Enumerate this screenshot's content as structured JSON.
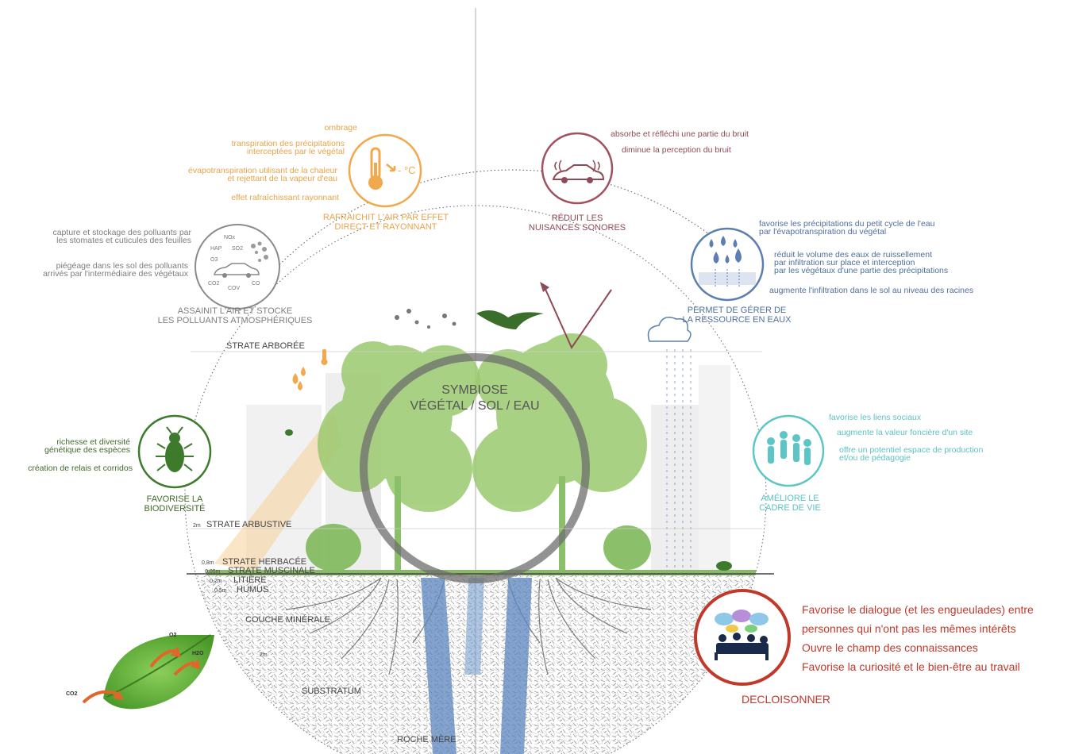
{
  "center": {
    "title_line1": "SYMBIOSE",
    "title_line2": "VÉGÉTAL / SOL / EAU"
  },
  "cooling": {
    "items": [
      "ombrage",
      "transpiration des précipitations\ninterceptées par le végétal",
      "évapotranspiration utilisant de la chaleur\net rejettant de la vapeur d'eau",
      "effet rafraîchissant rayonnant"
    ],
    "label": "RAFRAICHIT L'AIR PAR EFFET\nDIRECT ET RAYONNANT",
    "icon_text": "- °C",
    "color": "#f2a84c"
  },
  "air": {
    "items": [
      "capture et stockage des polluants par\nles stomates et cuticules des feuilles",
      "piégéage dans les sol des polluants\narrivés par l'intermédiaire des végétaux"
    ],
    "label": "ASSAINIT L'AIR ET STOCKE\nLES POLLUANTS ATMOSPHÉRIQUES",
    "pollutants": [
      "NOx",
      "HAP",
      "SO2",
      "O3",
      "CO2",
      "COV",
      "CO"
    ],
    "color": "#8a8a8a"
  },
  "noise": {
    "items": [
      "absorbe et réfléchi une partie du bruit",
      "diminue la perception du bruit"
    ],
    "label": "RÉDUIT LES\nNUISANCES SONORES",
    "color": "#a0505f"
  },
  "water": {
    "items": [
      "favorise les précipitations du petit cycle de l'eau\npar l'évapotranspiration du végétal",
      "réduit le volume des eaux de ruissellement\npar infiltration sur place et interception\npar les végétaux d'une partie des précipitations",
      "augmente l'infiltration dans le sol au niveau des racines"
    ],
    "label": "PERMET DE GÉRER DE\nLA RESSOURCE EN EAUX",
    "color": "#5b7fb0"
  },
  "biodiversity": {
    "items": [
      "richesse et diversité\ngénétique des espèces",
      "création de relais et corridos"
    ],
    "label": "FAVORISE LA\nBIODIVERSITÉ",
    "color": "#3e7a2c"
  },
  "living": {
    "items": [
      "favorise les liens sociaux",
      "augmente la valeur foncière d'un site",
      "offre un potentiel espace de production\net/ou de pédagogie"
    ],
    "label": "AMÉLIORE LE\nCADRE DE VIE",
    "color": "#5cc6c6"
  },
  "decloisonner": {
    "items": [
      "Favorise le dialogue (et les engueulades) entre",
      "personnes qui n'ont pas les mêmes intérêts",
      "Ouvre le champ des connaissances",
      "Favorise la curiosité et le bien-être au travail"
    ],
    "label": "DECLOISONNER",
    "color": "#c0392b"
  },
  "strata": {
    "arboree": "STRATE ARBORÉE",
    "arbustive": "STRATE ARBUSTIVE",
    "arbustive_depth": "2m",
    "herbacee": "STRATE HERBACÉE",
    "herbacee_depth": "0,8m",
    "muscinale": "STRATE MUSCINALE",
    "muscinale_depth": "0,05m",
    "litiere": "LITIÈRE",
    "litiere_depth": "0,2m",
    "humus": "HUMUS",
    "humus_depth": "0,5m",
    "minerale": "COUCHE MINÉRALE",
    "minerale_depth": "2m",
    "substratum": "SUBSTRATUM",
    "roche": "ROCHE MÈRE"
  },
  "leaf": {
    "in": "CO2",
    "out1": "O2",
    "out2": "H2O"
  }
}
